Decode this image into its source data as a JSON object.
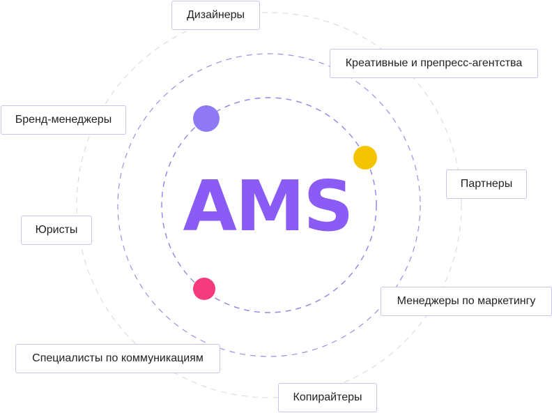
{
  "title": "AMS",
  "tags": {
    "designers": "Дизайнеры",
    "creative_agencies": "Креативные и препресс-агентства",
    "brand_managers": "Бренд-менеджеры",
    "partners": "Партнеры",
    "lawyers": "Юристы",
    "marketing_managers": "Менеджеры по маркетингу",
    "communication_specialists": "Специалисты по коммуникациям",
    "copywriters": "Копирайтеры"
  },
  "colors": {
    "title": "#8a5cf5",
    "ring_inner": "#8f82e8",
    "ring_middle": "#9a8fe6",
    "ring_outer": "#d6d4e4",
    "dot_purple": "#8f79f5",
    "dot_yellow": "#f5c400",
    "dot_pink": "#f53b7d",
    "tag_border": "#c9c2ee"
  }
}
